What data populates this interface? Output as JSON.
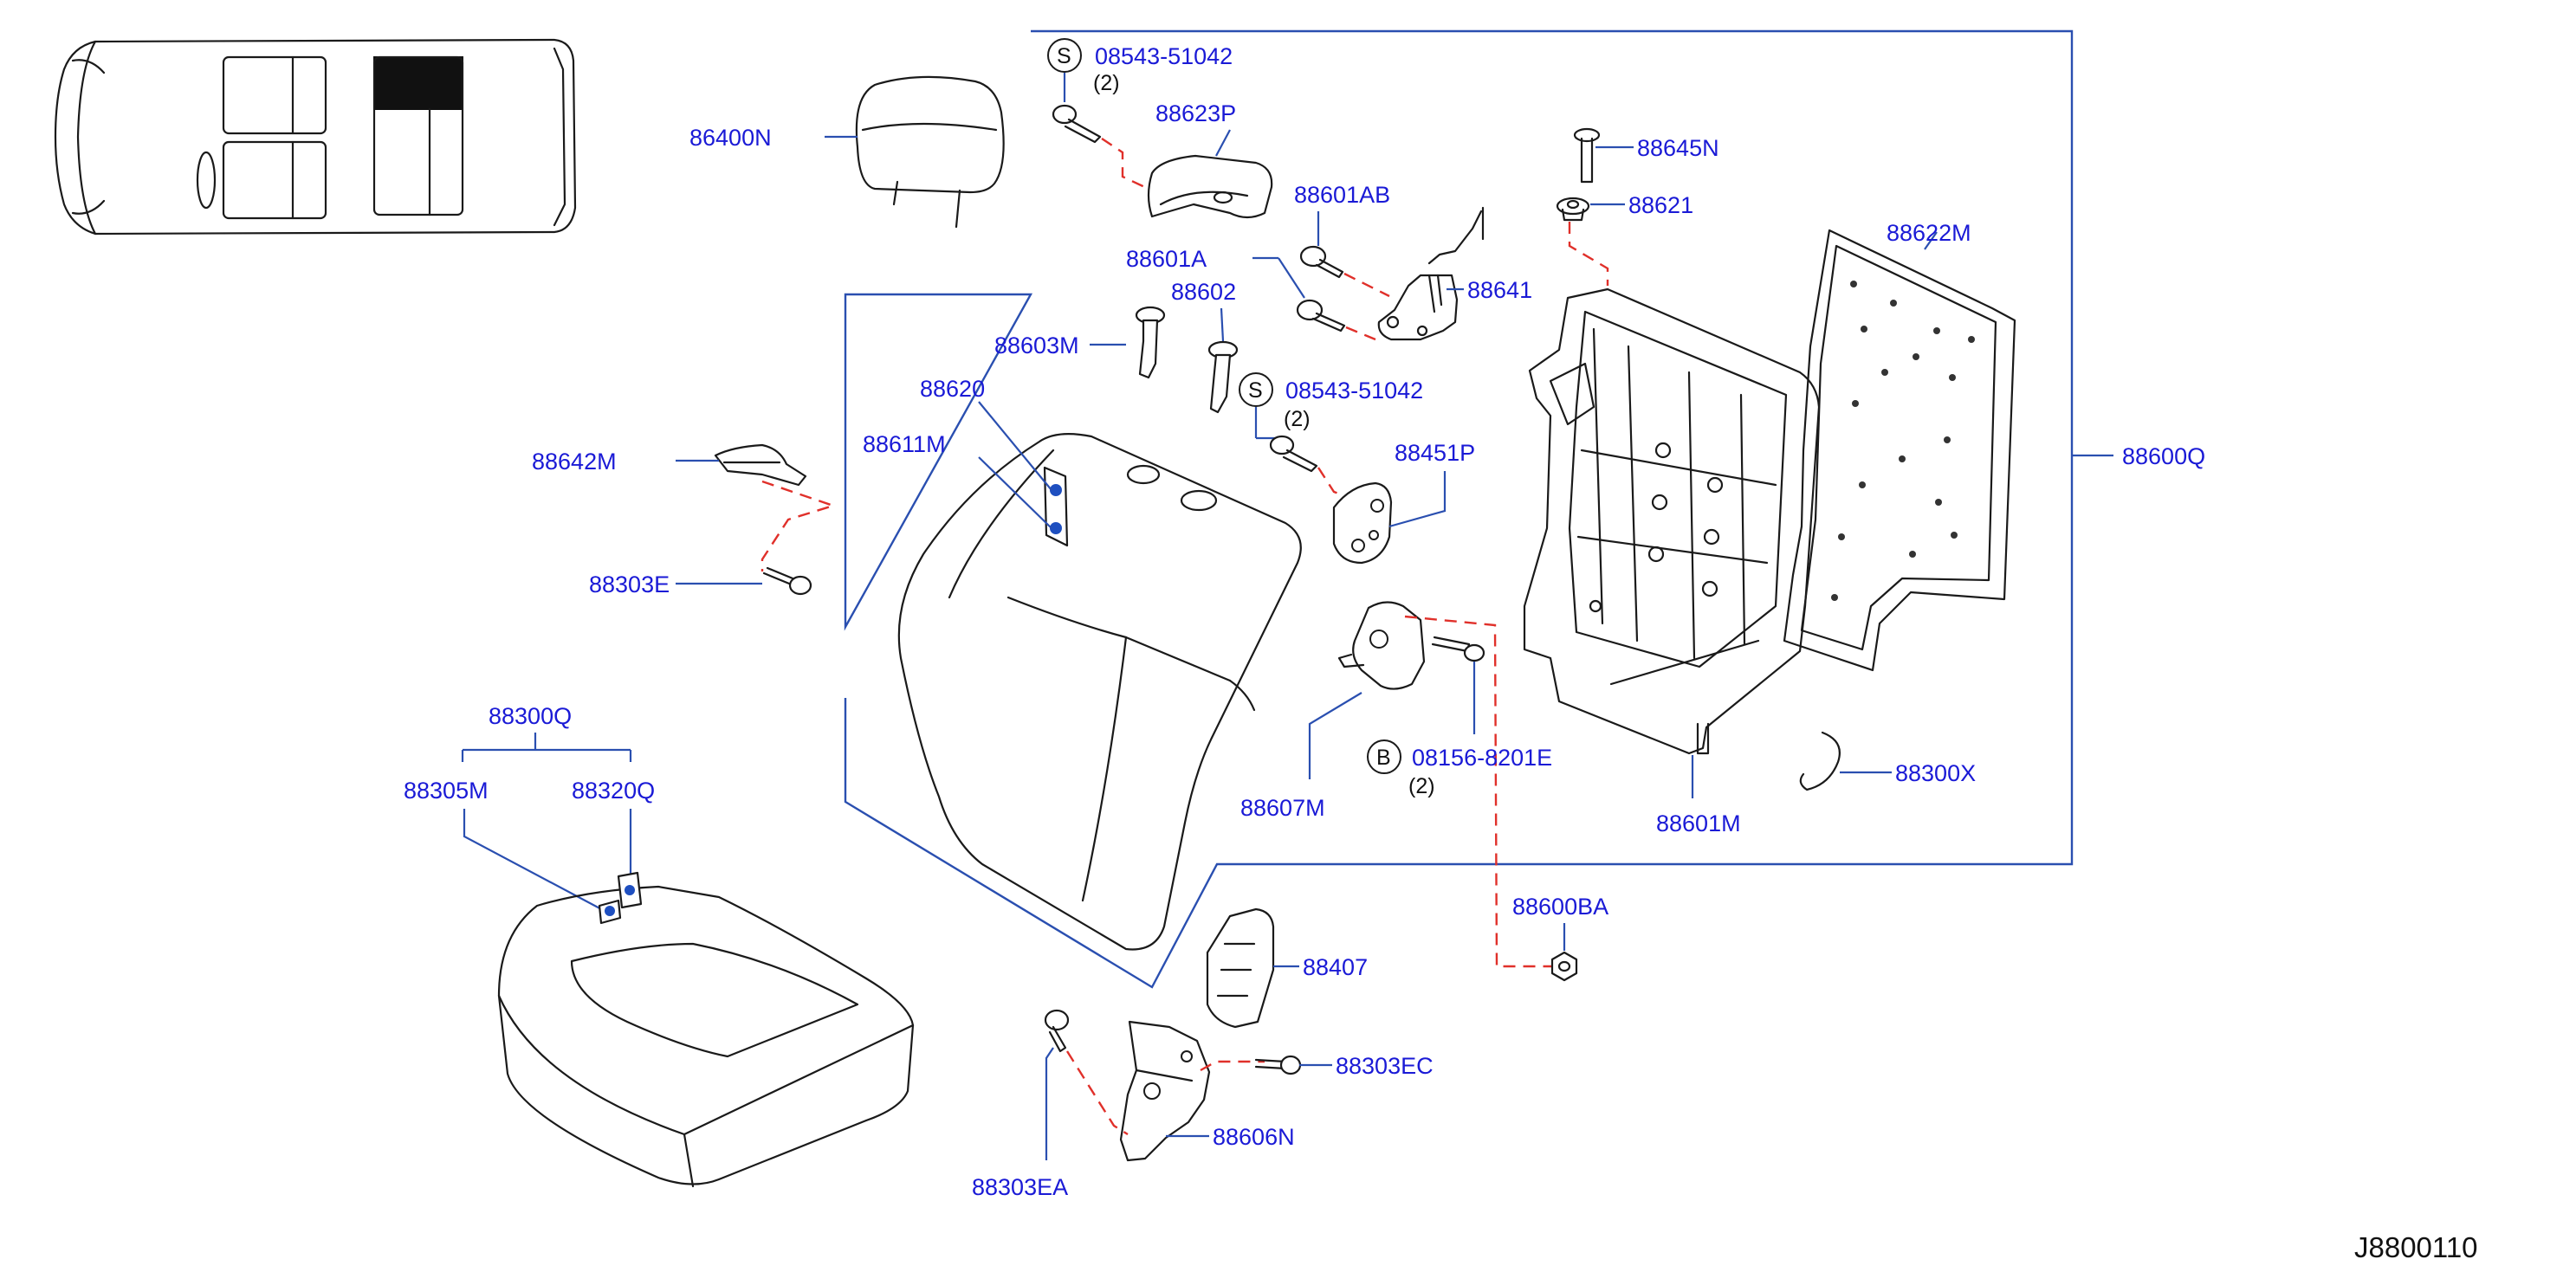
{
  "diagram_code": "J8800110",
  "callouts": {
    "s_symbol": "S",
    "b_symbol": "B",
    "screw_top": "08543-51042",
    "screw_top_qty": "(2)",
    "screw_mid": "08543-51042",
    "screw_mid_qty": "(2)",
    "bolt_b": "08156-8201E",
    "bolt_b_qty": "(2)"
  },
  "labels": {
    "p86400N": "86400N",
    "p88623P": "88623P",
    "p88601AB": "88601AB",
    "p88601A": "88601A",
    "p88602": "88602",
    "p88603M": "88603M",
    "p88641": "88641",
    "p88645N": "88645N",
    "p88621": "88621",
    "p88622M": "88622M",
    "p88620": "88620",
    "p88611M": "88611M",
    "p88451P": "88451P",
    "p88642M": "88642M",
    "p88303E": "88303E",
    "p88600Q": "88600Q",
    "p88300Q": "88300Q",
    "p88305M": "88305M",
    "p88320Q": "88320Q",
    "p88607M": "88607M",
    "p88601M": "88601M",
    "p88300X": "88300X",
    "p88600BA": "88600BA",
    "p88407": "88407",
    "p88303EC": "88303EC",
    "p88606N": "88606N",
    "p88303EA": "88303EA"
  },
  "colors": {
    "label_text": "#1a1ad6",
    "leader_line": "#2a4fb0",
    "phantom_line": "#e0302a",
    "marker_dot": "#1e4fc0",
    "part_outline": "#1a1a1a"
  }
}
